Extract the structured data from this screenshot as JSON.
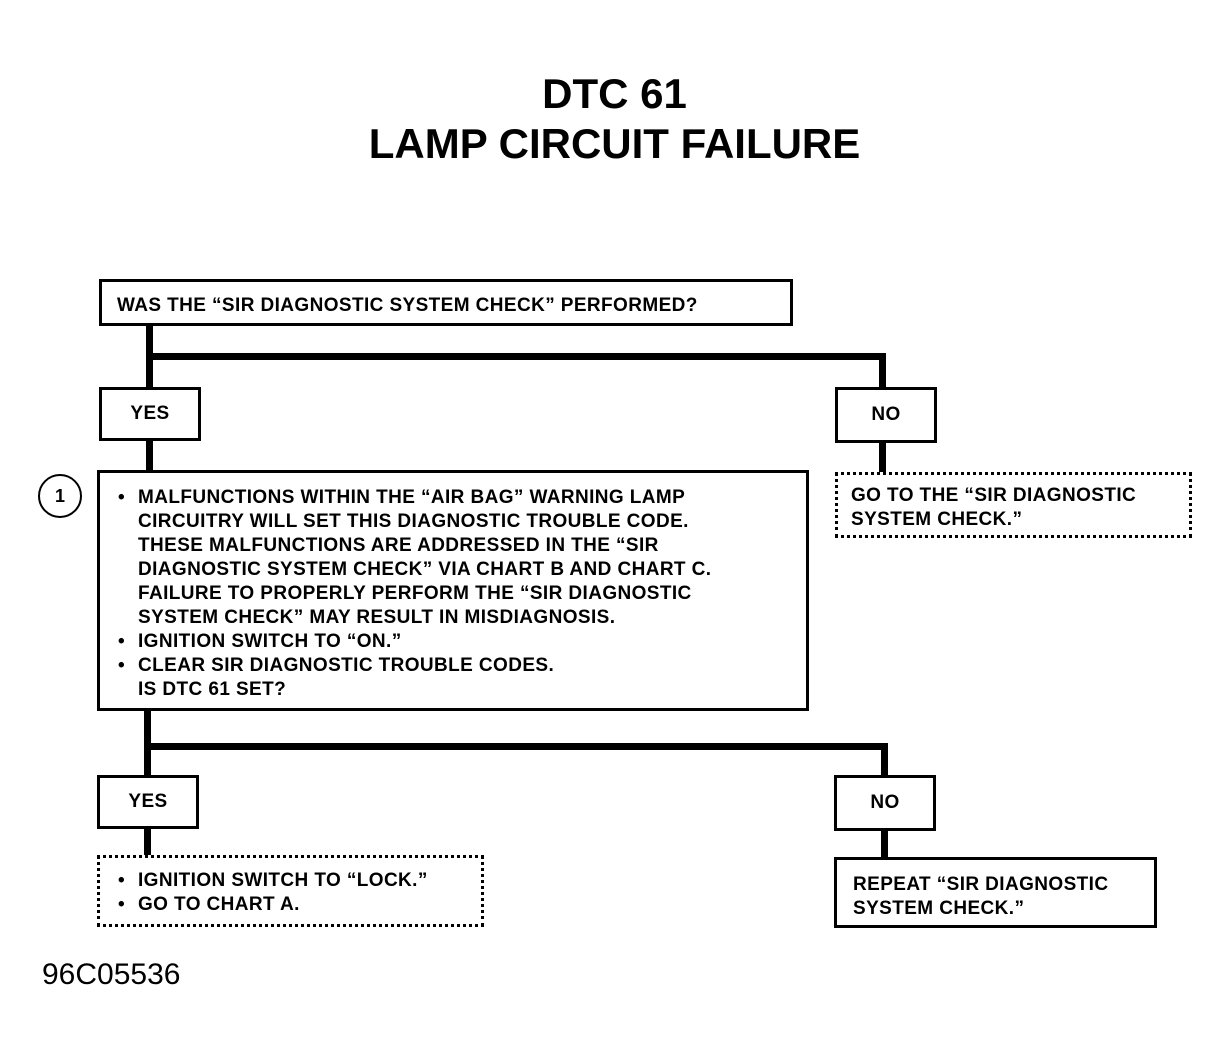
{
  "title": {
    "line1": "DTC 61",
    "line2": "LAMP CIRCUIT FAILURE"
  },
  "flowchart": {
    "question1": "WAS THE “SIR DIAGNOSTIC SYSTEM CHECK” PERFORMED?",
    "yes_label": "YES",
    "no_label": "NO",
    "no1_action": {
      "line1": "GO TO THE “SIR DIAGNOSTIC",
      "line2": "SYSTEM CHECK.”"
    },
    "step_number": "1",
    "question2": {
      "bullets": [
        [
          "MALFUNCTIONS WITHIN THE “AIR BAG” WARNING LAMP",
          "CIRCUITRY WILL SET THIS DIAGNOSTIC TROUBLE CODE.",
          "THESE MALFUNCTIONS ARE ADDRESSED IN THE “SIR",
          "DIAGNOSTIC SYSTEM CHECK” VIA CHART B AND CHART C.",
          "FAILURE TO PROPERLY PERFORM THE “SIR DIAGNOSTIC",
          "SYSTEM CHECK” MAY RESULT IN MISDIAGNOSIS."
        ],
        [
          "IGNITION SWITCH TO “ON.”"
        ],
        [
          "CLEAR SIR DIAGNOSTIC TROUBLE CODES."
        ]
      ],
      "question": "IS DTC 61 SET?"
    },
    "yes2_action": {
      "bullets": [
        "IGNITION SWITCH TO “LOCK.”",
        "GO TO CHART A."
      ]
    },
    "no2_action": {
      "line1": "REPEAT “SIR DIAGNOSTIC",
      "line2": "SYSTEM CHECK.”"
    }
  },
  "figure_id": "96C05536"
}
